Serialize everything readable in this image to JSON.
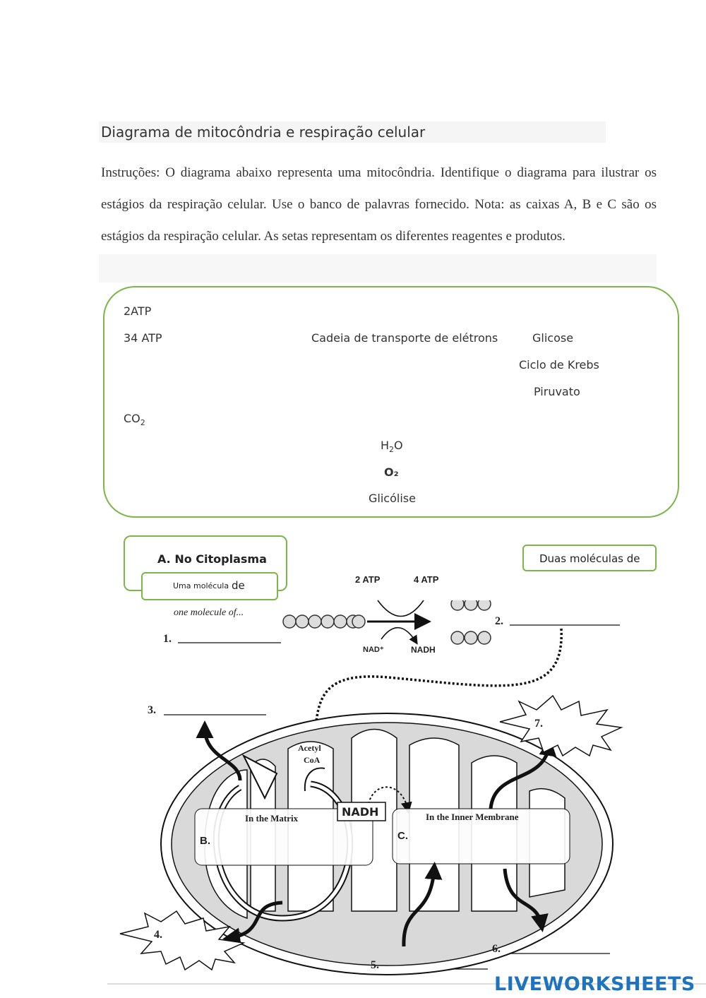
{
  "header": {
    "title": "Diagrama de mitocôndria e respiração celular",
    "instructions": "Instruções: O diagrama abaixo representa uma mitocôndria. Identifique o diagrama para ilustrar os estágios da respiração celular. Use o banco de palavras fornecido. Nota: as caixas A, B e C são os estágios da respiração celular. As setas representam os diferentes reagentes e produtos."
  },
  "word_bank": {
    "w1": "2ATP",
    "w2": "34 ATP",
    "w3": "Cadeia de transporte de elétrons",
    "w4": "Glicose",
    "w5": "Ciclo de Krebs",
    "w6": "Piruvato",
    "w7": "CO",
    "w7_sub": "2",
    "w8": "H",
    "w8_sub": "2",
    "w8_end": "O",
    "w9": "O₂",
    "w10": "Glicólise"
  },
  "boxes": {
    "a_label": "A.   No Citoplasma",
    "a_sub_small": "Uma molécula",
    "a_sub_big": "de",
    "duas": "Duas moléculas de"
  },
  "diagram": {
    "one_molecule": "one molecule of...",
    "atp2": "2 ATP",
    "atp4": "4 ATP",
    "nad": "NAD⁺",
    "nadh": "NADH",
    "acetyl": "Acetyl",
    "coa": "CoA",
    "nadh_box": "NADH",
    "matrix": "In the Matrix",
    "inner_membrane": "In the Inner Membrane",
    "b": "B.",
    "c": "C.",
    "n1": "1.",
    "n2": "2.",
    "n3": "3.",
    "n4": "4.",
    "n5": "5.",
    "n6": "6.",
    "n7": "7."
  },
  "footer": {
    "logo": "LIVEWORKSHEETS"
  },
  "colors": {
    "green_border": "#7ab648",
    "logo_blue": "#1e73be"
  }
}
